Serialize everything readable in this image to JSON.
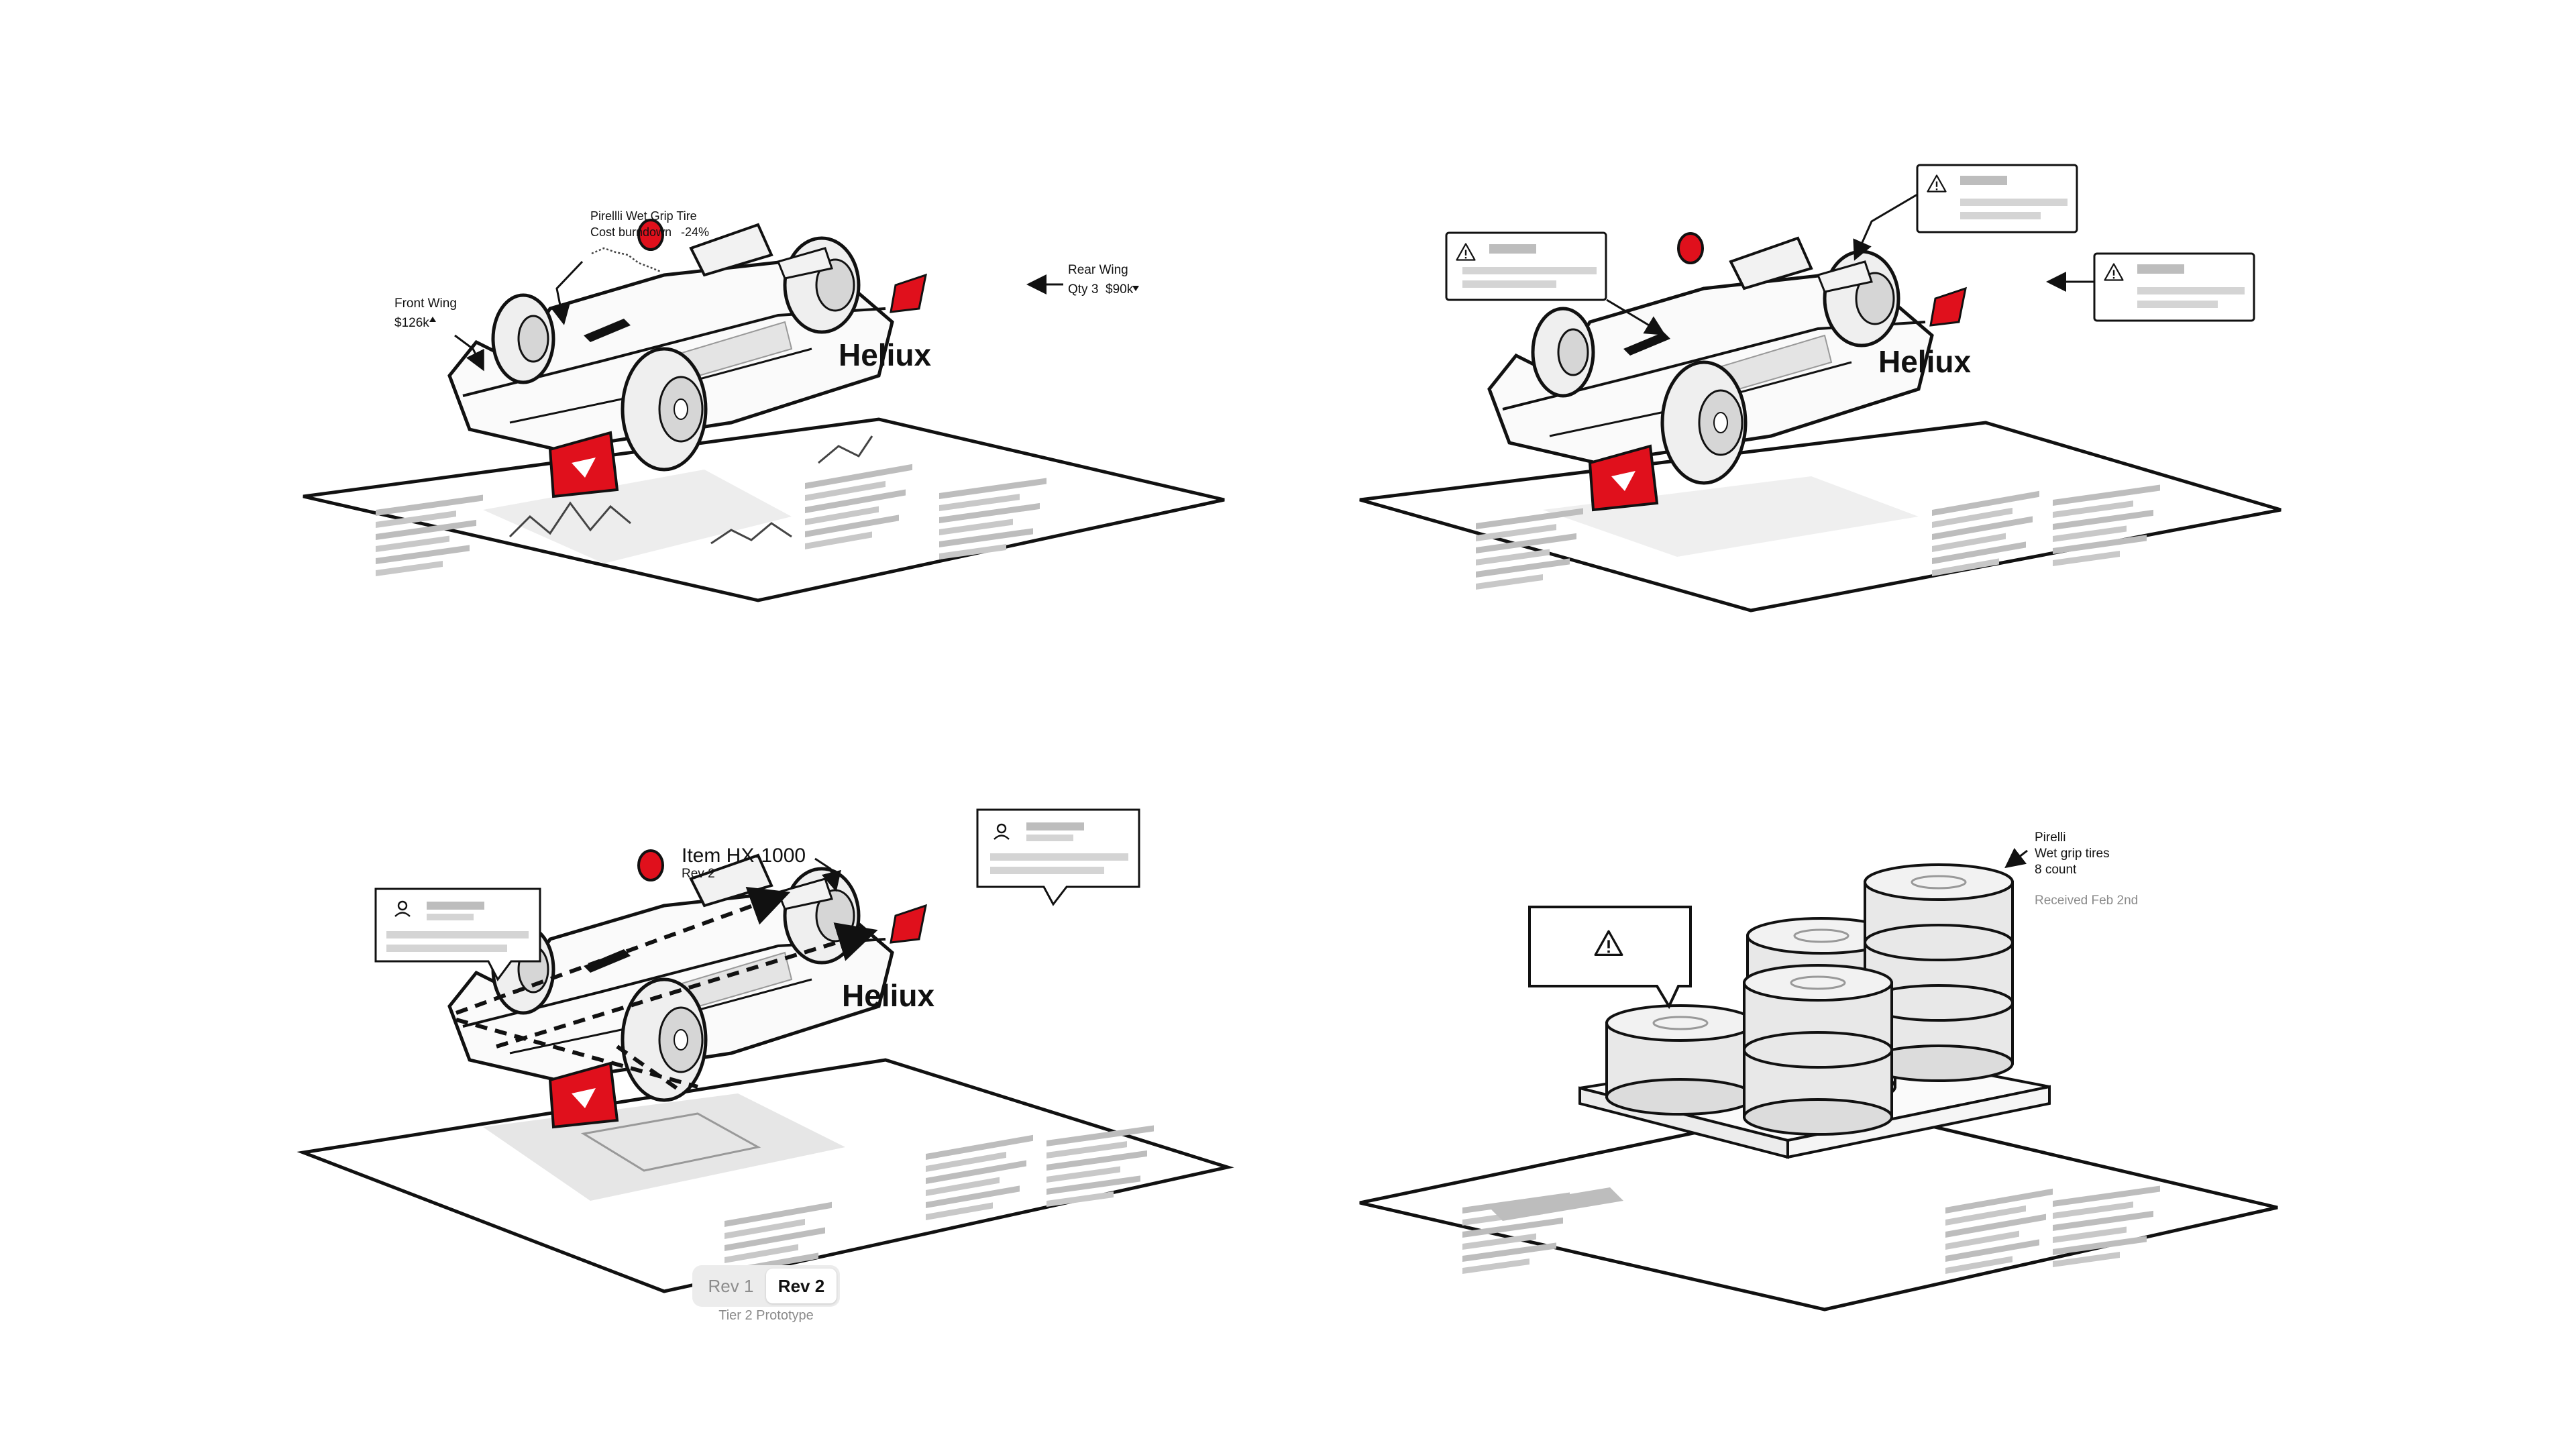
{
  "panel_costs": {
    "tire_callout": {
      "title": "Pirellli Wet Grip Tire",
      "label": "Cost burndown",
      "change": "-24%"
    },
    "front_wing": {
      "name": "Front Wing",
      "value": "$126k",
      "trend": "up"
    },
    "rear_wing": {
      "name": "Rear Wing",
      "qty": "Qty 3",
      "value": "$90k",
      "trend": "down"
    }
  },
  "panel_alerts": {
    "alert_count": 3,
    "icon": "warning-icon"
  },
  "panel_revision": {
    "item_title": "Item HX-1000",
    "item_rev": "Rev 2",
    "comment_icon": "user-icon",
    "rev_toggle": {
      "options": [
        "Rev 1",
        "Rev 2"
      ],
      "selected": "Rev 2"
    },
    "caption": "Tier 2 Prototype"
  },
  "panel_inventory": {
    "label": {
      "brand": "Pirelli",
      "item": "Wet grip tires",
      "count": "8 count",
      "received": "Received Feb 2nd"
    },
    "icon": "warning-icon"
  },
  "brand": {
    "name": "Heliux",
    "accent": "#e0101c"
  }
}
